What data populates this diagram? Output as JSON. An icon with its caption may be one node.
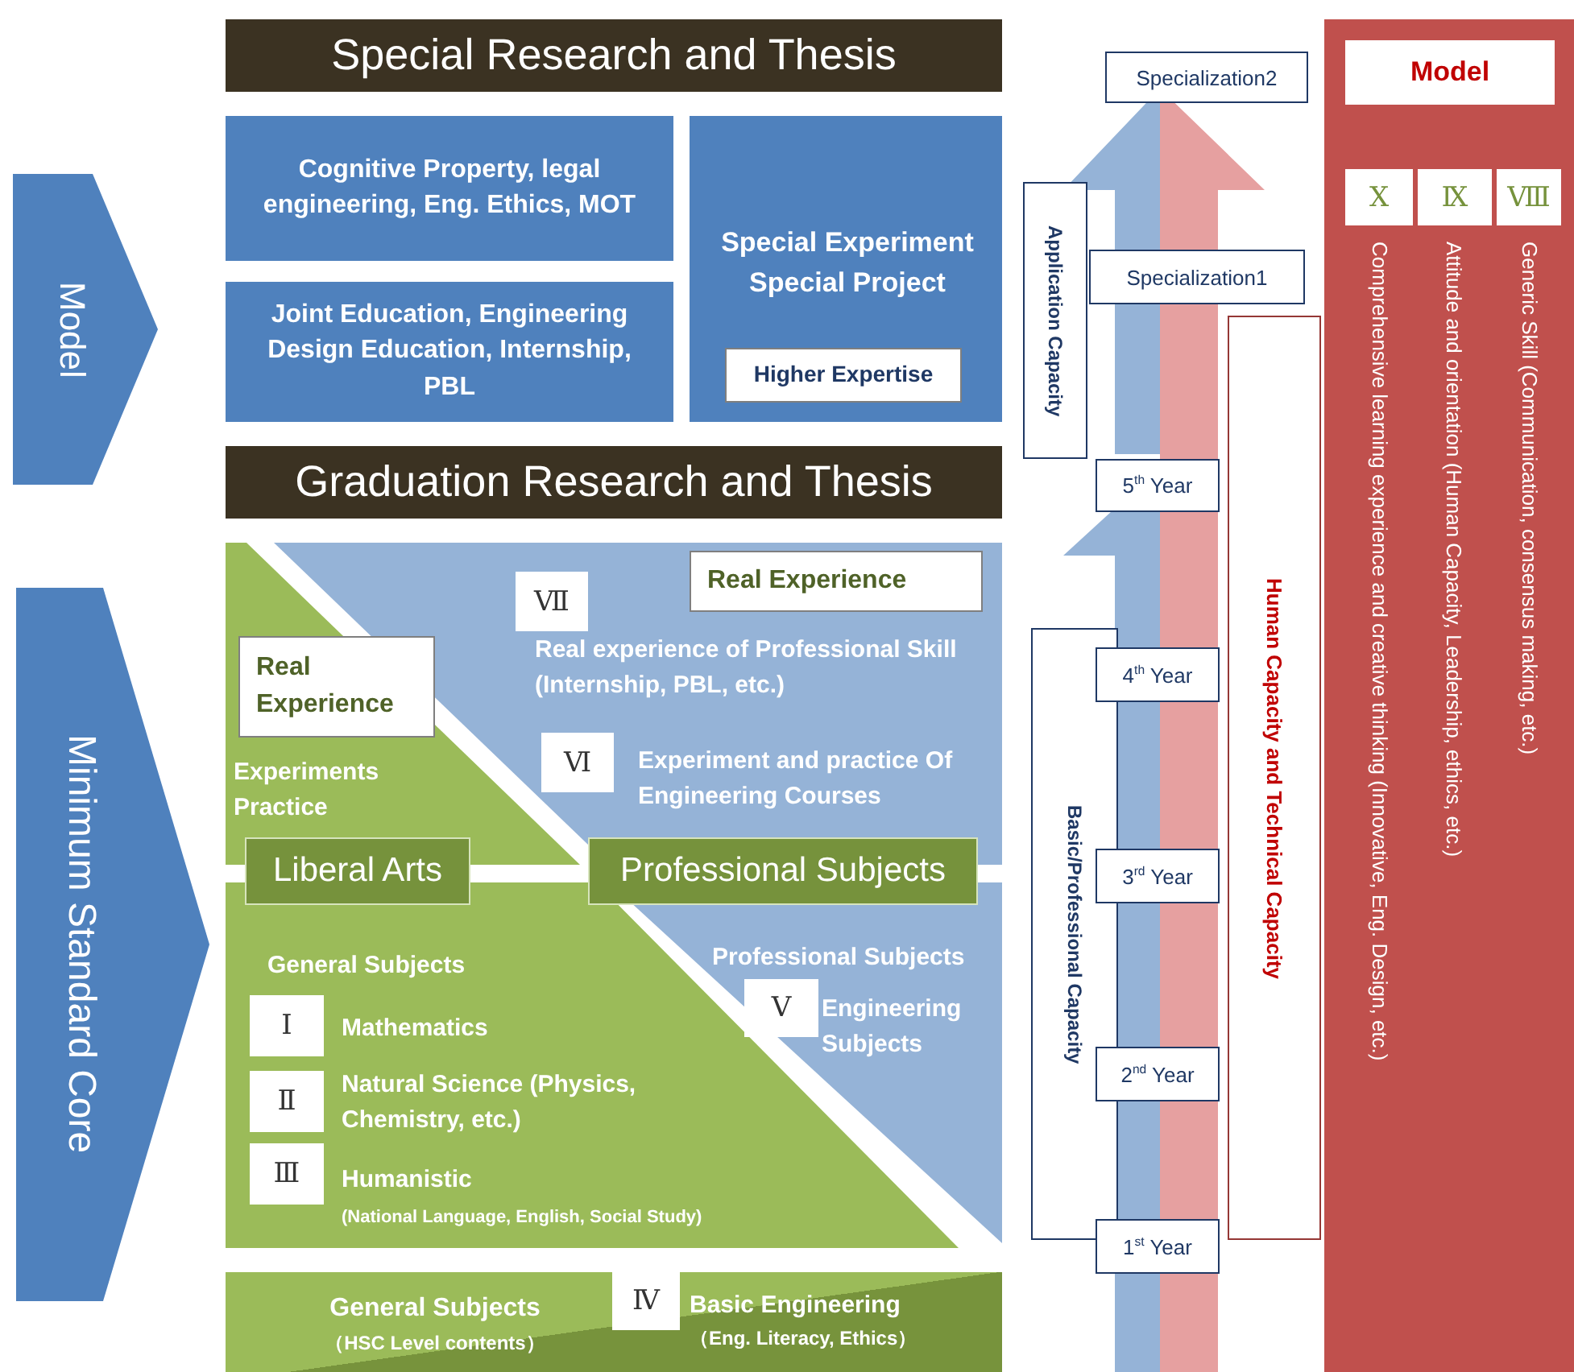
{
  "diagram": {
    "nodes": [
      {
        "text": [
          "Model"
        ]
      },
      {
        "text": [
          "Special Research and Thesis"
        ]
      },
      {
        "text": [
          "Cognitive Property, legal engineering, Eng. Ethics, MOT"
        ]
      },
      {
        "text": [
          "Joint Education, Engineering Design Education, Internship, PBL"
        ]
      },
      {
        "text": [
          "Special Experiment Special Project"
        ]
      },
      {
        "text": [
          "Higher Expertise"
        ],
        "in": 4
      },
      {
        "text": [
          "Graduation Research and Thesis"
        ]
      },
      {
        "text": [
          "Ⅶ"
        ],
        "beside": [
          "Real experience of Professional Skill (Internship, PBL, etc.)"
        ]
      },
      {
        "text": [
          "Real Experience"
        ]
      },
      {
        "text": [
          "Real Experience"
        ]
      },
      {
        "text": [
          "Ⅵ"
        ],
        "beside": [
          "Experiment and practice Of Engineering Courses"
        ]
      },
      {
        "text": [
          "Liberal Arts"
        ]
      },
      {
        "text": [
          "Professional Subjects"
        ]
      },
      {
        "text": [
          "Ⅴ"
        ],
        "beside": [
          "Engineering Subjects"
        ]
      },
      {
        "text": [
          "Ⅰ"
        ],
        "beside": [
          "Mathematics"
        ]
      },
      {
        "text": [
          "Ⅱ"
        ],
        "beside": [
          "Natural Science (Physics, Chemistry, etc.)"
        ]
      },
      {
        "text": [
          "Ⅲ"
        ],
        "beside": [
          "Humanistic",
          "(National Language, English, Social Study)"
        ]
      },
      {
        "text": [
          "General Subjects",
          "（HSC Level contents）"
        ]
      },
      {
        "text": [
          "Ⅳ"
        ],
        "in": 17,
        "beside": [
          "Basic Engineering",
          "（Eng. Literacy, Ethics）"
        ]
      },
      {
        "text": [
          "Minimum Standard Core"
        ]
      },
      {
        "text": [
          "Specialization2"
        ]
      },
      {
        "text": [
          "Application Capacity"
        ]
      },
      {
        "text": [
          "Specialization1"
        ]
      },
      {
        "text": [
          "5$^{th}$ Year"
        ]
      },
      {
        "text": [
          "Basic/Professional Capacity"
        ]
      },
      {
        "text": [
          "4$^{th}$ Year"
        ]
      },
      {
        "text": [
          "3$^{rd}$ Year"
        ]
      },
      {
        "text": [
          "2$^{nd}$ Year"
        ]
      },
      {
        "text": [
          "1$^{st}$ Year"
        ]
      },
      {
        "text": [
          "Human Capacity and Technical Capacity"
        ]
      },
      {
        "text": [],
        "shape": "box"
      },
      {
        "text": [
          "Model"
        ],
        "in": 30
      },
      {
        "text": [
          "Ⅹ"
        ],
        "in": 30,
        "beside": [
          "Comprehensive learning experience and creative thinking (Innovative, Eng. Design, etc.)"
        ]
      },
      {
        "text": [
          "Ⅸ"
        ],
        "in": 30,
        "beside": [
          "Attitude and orientation (Human Capacity, Leadership, ethics, etc.)"
        ]
      },
      {
        "text": [
          "Ⅷ"
        ],
        "in": 30,
        "beside": [
          "Generic Skill (Communication, consensus making, etc.)"
        ]
      }
    ],
    "labels": [
      "Experiments Practice",
      "Professional Subjects",
      "General Subjects"
    ]
  }
}
